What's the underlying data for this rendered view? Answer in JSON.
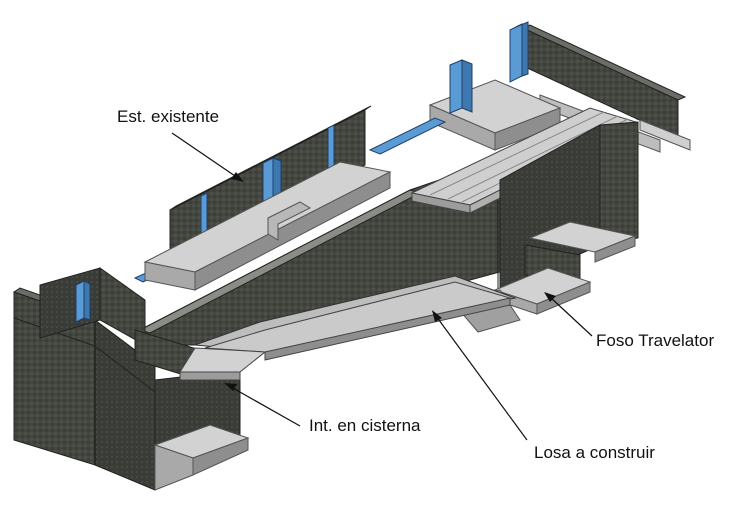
{
  "labels": {
    "existing_structure": "Est. existente",
    "travelator_pit": "Foso Travelator",
    "cistern_intervention": "Int. en cisterna",
    "slab_to_build": "Losa a construir"
  },
  "colors": {
    "wall_dark": "#3a3d39",
    "wall_mid": "#4a4d48",
    "concrete_top": "#d2d2d2",
    "concrete_side": "#a9a9a9",
    "concrete_shadow": "#8e8e8e",
    "steel_blue": "#5b9bd5",
    "steel_blue_dark": "#3d78b0",
    "leader": "#111111"
  }
}
